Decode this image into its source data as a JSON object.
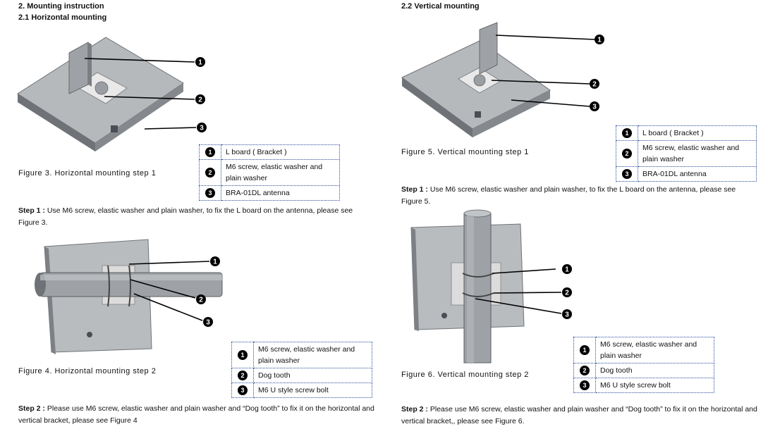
{
  "left": {
    "section_title": "2. Mounting instruction",
    "subsection_title": "2.1 Horizontal mounting",
    "figure3": {
      "caption": "Figure 3. Horizontal mounting step 1",
      "legend": [
        {
          "num": "❶",
          "text": "L board ( Bracket )"
        },
        {
          "num": "❷",
          "text": "M6 screw, elastic washer and plain washer"
        },
        {
          "num": "❸",
          "text": "BRA-01DL antenna"
        }
      ],
      "callouts": [
        "1",
        "2",
        "3"
      ]
    },
    "step1": {
      "label": "Step 1 :",
      "text": " Use M6 screw, elastic washer and plain washer, to fix the L board on the antenna, please see Figure 3."
    },
    "figure4": {
      "caption": "Figure 4. Horizontal mounting step 2",
      "legend": [
        {
          "num": "❶",
          "text": "M6 screw, elastic washer and plain washer"
        },
        {
          "num": "❷",
          "text": "Dog tooth"
        },
        {
          "num": "❸",
          "text": "M6 U style screw bolt"
        }
      ],
      "callouts": [
        "1",
        "2",
        "3"
      ]
    },
    "step2": {
      "label": "Step 2 :",
      "text": " Please use M6 screw, elastic washer and plain washer and “Dog tooth” to fix it on the horizontal and vertical bracket, please see Figure 4"
    }
  },
  "right": {
    "subsection_title": "2.2 Vertical mounting",
    "figure5": {
      "caption": "Figure 5. Vertical mounting step 1",
      "legend": [
        {
          "num": "❶",
          "text": "L board ( Bracket )"
        },
        {
          "num": "❷",
          "text": "M6 screw, elastic washer and plain washer"
        },
        {
          "num": "❸",
          "text": "BRA-01DL antenna"
        }
      ],
      "callouts": [
        "1",
        "2",
        "3"
      ]
    },
    "step1": {
      "label": "Step 1 :",
      "text": " Use M6 screw, elastic washer and plain washer, to fix the L board on the antenna, please see Figure 5."
    },
    "figure6": {
      "caption": "Figure 6. Vertical mounting step 2",
      "legend": [
        {
          "num": "❶",
          "text": "M6 screw, elastic washer and plain washer"
        },
        {
          "num": "❷",
          "text": "Dog tooth"
        },
        {
          "num": "❸",
          "text": "M6 U style screw bolt"
        }
      ],
      "callouts": [
        "1",
        "2",
        "3"
      ]
    },
    "step2": {
      "label": "Step 2 :",
      "text": " Please use M6 screw, elastic washer and plain washer and “Dog tooth” to fix it on the horizontal and vertical bracket,, please see Figure 6."
    }
  },
  "colors": {
    "panel": "#b9bcbf",
    "panel_edge": "#7d8185",
    "table_border": "#2b4c9a"
  }
}
